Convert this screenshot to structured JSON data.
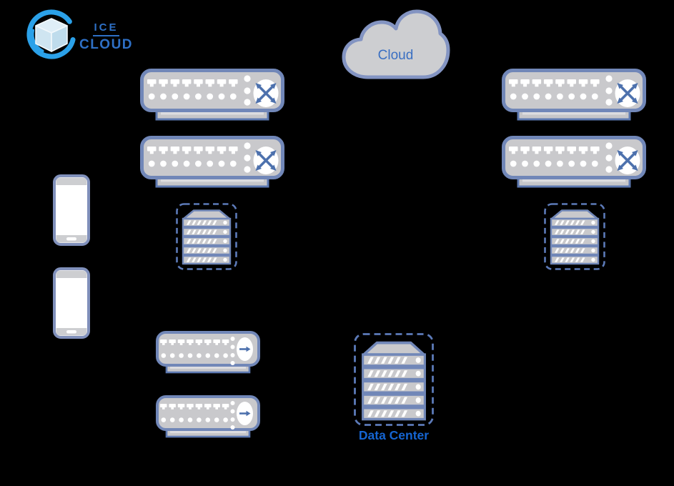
{
  "title": "ICE Cloud network diagram",
  "background": "#000000",
  "logo": {
    "brand_line1": "ICE",
    "brand_line2": "CLOUD",
    "ring_color": "#2ba1e9",
    "text_color": "#2e70c6",
    "cube_colors": {
      "top": "#dfeef7",
      "left": "#cfe5f1",
      "right": "#bfdcec"
    }
  },
  "cloud": {
    "label": "Cloud",
    "fill": "#cdced1",
    "border": "#8394c2",
    "label_color": "#3a6fc2"
  },
  "data_center": {
    "label": "Data Center",
    "label_color": "#1565d2"
  },
  "palette": {
    "device_fill": "#c9c9cc",
    "device_border": "#7187b8",
    "stand_border": "#5d79b1",
    "icon_blue": "#4d71ad",
    "dashed_outline": "#5c7ab8",
    "port_color": "#ffffff"
  },
  "nodes": [
    {
      "id": "switch-top-left",
      "kind": "network-switch",
      "icon": "crossed-arrows-icon"
    },
    {
      "id": "switch-mid-left",
      "kind": "network-switch",
      "icon": "crossed-arrows-icon"
    },
    {
      "id": "switch-top-right",
      "kind": "network-switch",
      "icon": "crossed-arrows-icon"
    },
    {
      "id": "switch-mid-right",
      "kind": "network-switch",
      "icon": "crossed-arrows-icon"
    },
    {
      "id": "phone-upper",
      "kind": "mobile-phone"
    },
    {
      "id": "phone-lower",
      "kind": "mobile-phone"
    },
    {
      "id": "server-stack-left",
      "kind": "server-stack"
    },
    {
      "id": "server-stack-right",
      "kind": "server-stack"
    },
    {
      "id": "router-upper",
      "kind": "router",
      "icon": "right-arrow-icon"
    },
    {
      "id": "router-lower",
      "kind": "router",
      "icon": "right-arrow-icon"
    },
    {
      "id": "data-center",
      "kind": "server-stack",
      "label": "Data Center"
    }
  ]
}
